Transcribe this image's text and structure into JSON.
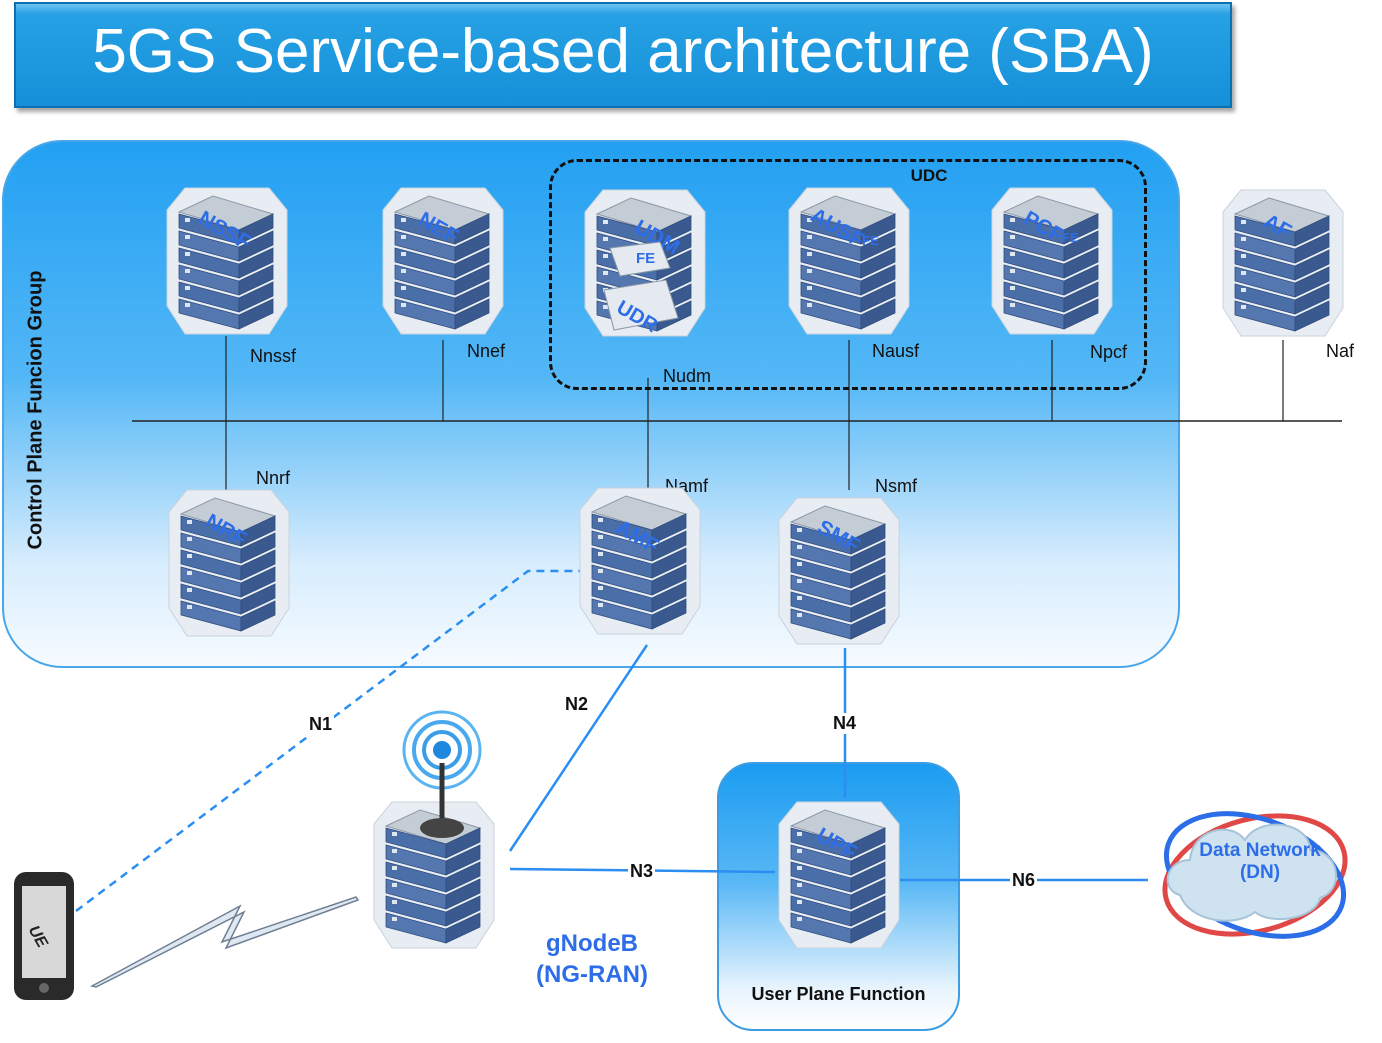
{
  "title": "5GS Service-based architecture (SBA)",
  "control_plane_group": {
    "label": "Control Plane Funcion Group"
  },
  "udc": {
    "label": "UDC"
  },
  "user_plane": {
    "label": "User Plane Function"
  },
  "nodes": {
    "nssf": {
      "label": "NSSF",
      "interface": "Nnssf"
    },
    "nef": {
      "label": "NEF",
      "interface": "Nnef"
    },
    "udm": {
      "label": "UDM",
      "fe": "FE",
      "udr": "UDR",
      "interface": "Nudm"
    },
    "ausf": {
      "label": "AUSF",
      "fe": "FE",
      "interface": "Nausf"
    },
    "pcf": {
      "label": "PCF",
      "fe": "FE",
      "interface": "Npcf"
    },
    "af": {
      "label": "AF",
      "interface": "Naf"
    },
    "nrf": {
      "label": "NRF",
      "interface": "Nnrf"
    },
    "amf": {
      "label": "AMF",
      "interface": "Namf"
    },
    "smf": {
      "label": "SMF",
      "interface": "Nsmf"
    },
    "upf": {
      "label": "UPF"
    }
  },
  "reference_points": {
    "n1": "N1",
    "n2": "N2",
    "n3": "N3",
    "n4": "N4",
    "n6": "N6"
  },
  "gnodeb": {
    "line1": "gNodeB",
    "line2": "(NG-RAN)"
  },
  "data_network": {
    "line1": "Data Network",
    "line2": "(DN)"
  },
  "ue": {
    "label": "UE"
  },
  "colors": {
    "banner": "#1a96dc",
    "accent_text": "#2d6ee8",
    "link": "#2b8ef0",
    "server_top": "#c4ccd5",
    "server_body": "#4a6fa8"
  }
}
